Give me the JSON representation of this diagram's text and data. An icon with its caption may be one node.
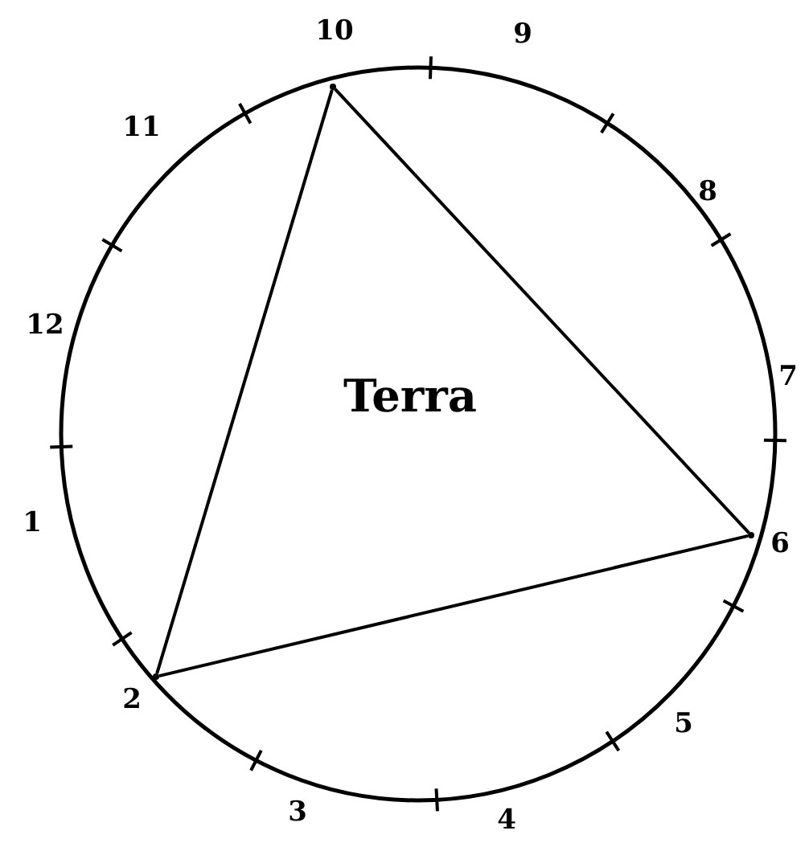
{
  "diagram": {
    "nodes": [
      {
        "text": [],
        "shape": "point",
        "beside": [
          "10"
        ]
      },
      {
        "text": [],
        "shape": "point",
        "beside": [
          "6"
        ]
      },
      {
        "text": [],
        "shape": "point",
        "beside": [
          "2"
        ]
      }
    ],
    "edges": [
      {
        "from": 0,
        "to": 1,
        "arrow": "none"
      },
      {
        "from": 1,
        "to": 2,
        "arrow": "none"
      },
      {
        "from": 2,
        "to": 0,
        "arrow": "none"
      }
    ],
    "labels": [
      "9",
      "11",
      "8",
      "12",
      "7",
      "Terra",
      "1",
      "5",
      "3",
      "4"
    ]
  }
}
